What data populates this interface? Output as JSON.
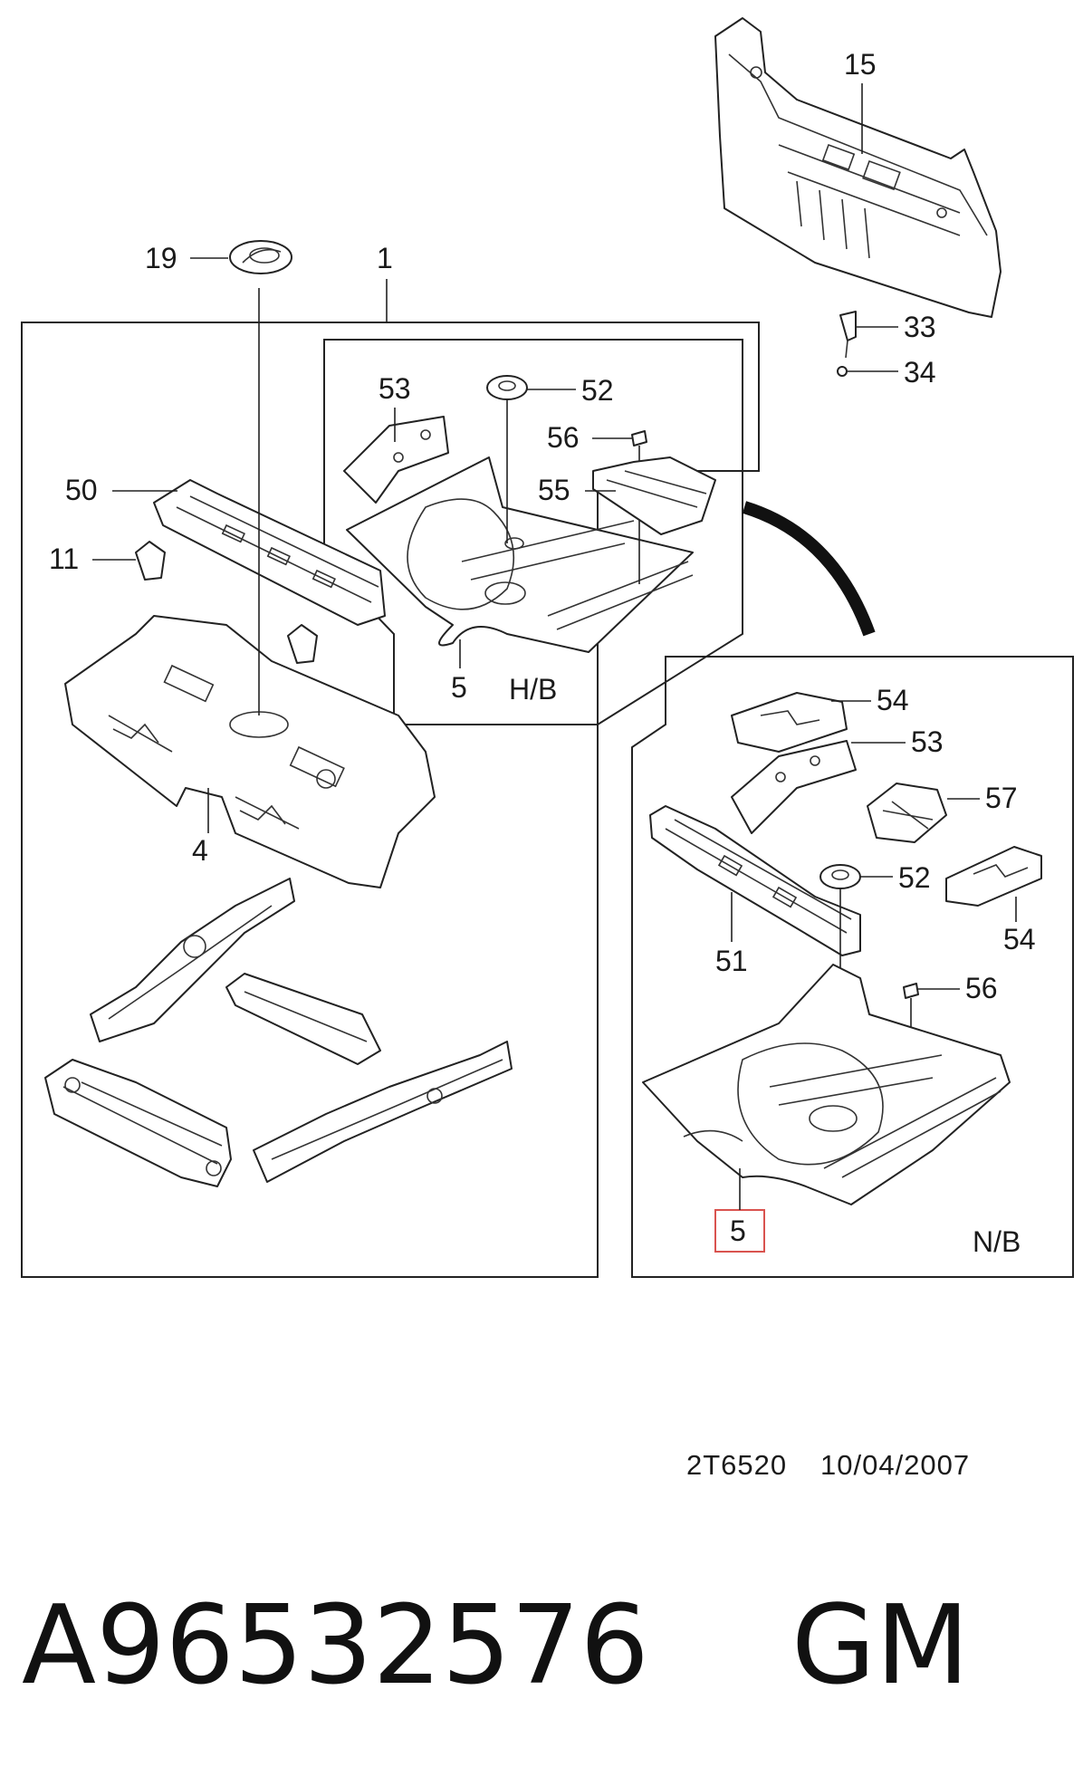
{
  "callouts": {
    "c15": "15",
    "c19": "19",
    "c1": "1",
    "c33": "33",
    "c34": "34",
    "c53_hb": "53",
    "c52_hb": "52",
    "c56_hb": "56",
    "c55": "55",
    "c50": "50",
    "c11": "11",
    "c5_hb": "5",
    "c4": "4",
    "c54_top": "54",
    "c53_nb": "53",
    "c57": "57",
    "c52_nb": "52",
    "c54_bot": "54",
    "c51": "51",
    "c56_nb": "56",
    "c5_nb": "5"
  },
  "variants": {
    "hb": "H/B",
    "nb": "N/B"
  },
  "highlight_color": "#d9534f",
  "footer": {
    "drawing_code": "2T6520",
    "date": "10/04/2007",
    "part_number": "A96532576",
    "brand": "GM"
  }
}
